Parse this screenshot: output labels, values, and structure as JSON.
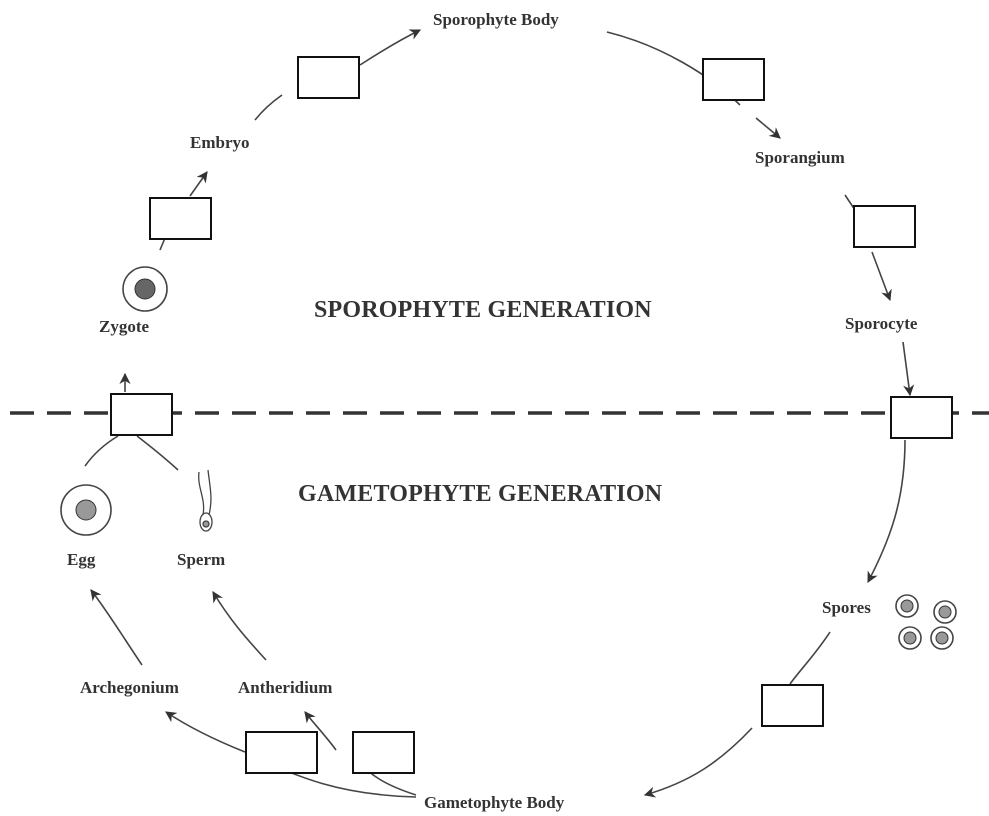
{
  "stages": {
    "sporophyte_body": "Sporophyte Body",
    "sporangium": "Sporangium",
    "sporocyte": "Sporocyte",
    "spores": "Spores",
    "gametophyte_body": "Gametophyte Body",
    "archegonium": "Archegonium",
    "antheridium": "Antheridium",
    "egg": "Egg",
    "sperm": "Sperm",
    "zygote": "Zygote",
    "embryo": "Embryo"
  },
  "generations": {
    "sporophyte": "SPOROPHYTE GENERATION",
    "gametophyte": "GAMETOPHYTE GENERATION"
  },
  "answer_boxes": [
    {
      "id": "embryo-to-sporophyte",
      "value": ""
    },
    {
      "id": "sporophyte-to-sporangium",
      "value": ""
    },
    {
      "id": "sporangium-to-sporocyte",
      "value": ""
    },
    {
      "id": "sporocyte-to-spores",
      "value": ""
    },
    {
      "id": "spores-to-gametophyte",
      "value": ""
    },
    {
      "id": "gametophyte-to-archegonium",
      "value": ""
    },
    {
      "id": "gametophyte-to-antheridium",
      "value": ""
    },
    {
      "id": "gametes-to-zygote",
      "value": ""
    },
    {
      "id": "zygote-to-embryo",
      "value": ""
    }
  ],
  "colors": {
    "line": "#333333",
    "cell_fill": "#999999",
    "dark_cell": "#666666"
  }
}
